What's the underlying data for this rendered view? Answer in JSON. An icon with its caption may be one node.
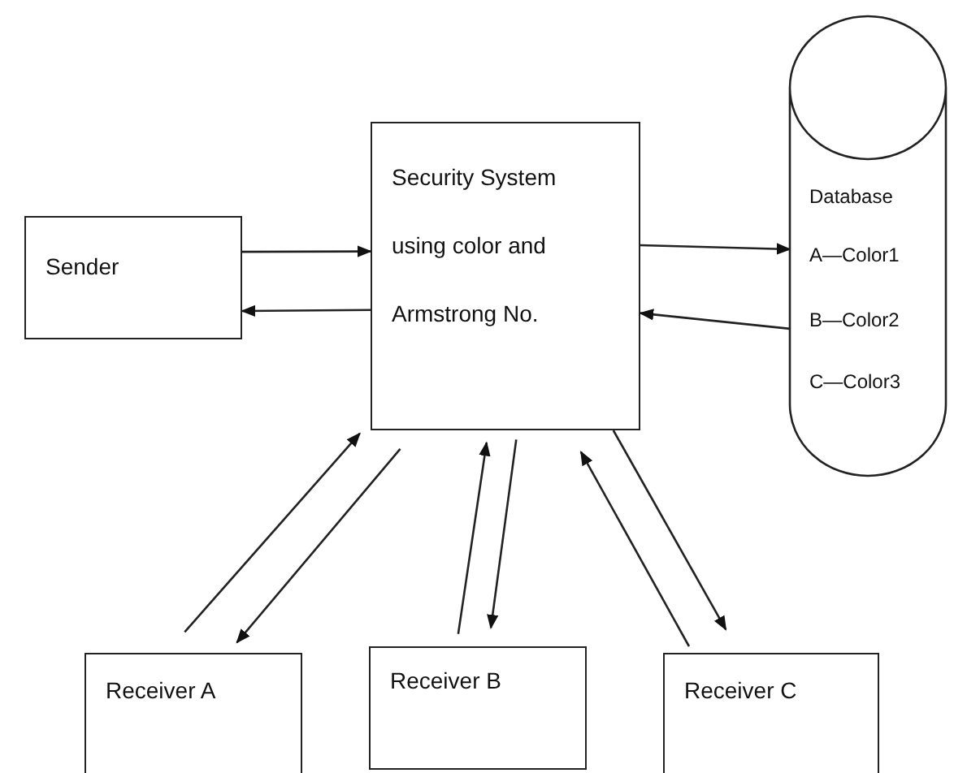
{
  "diagram": {
    "nodes": [
      {
        "text": [
          "Sender"
        ]
      },
      {
        "text": [
          "Security System using color and Armstrong No."
        ]
      },
      {
        "text": [
          "Database",
          "A—Color1",
          "B—Color2",
          "C—Color3"
        ]
      },
      {
        "text": [
          "Receiver A"
        ]
      },
      {
        "text": [
          "Receiver B"
        ]
      },
      {
        "text": [
          "Receiver C"
        ]
      }
    ],
    "edges": [
      {
        "from": 0,
        "to": 1,
        "arrow": "to"
      },
      {
        "from": 1,
        "to": 0,
        "arrow": "to"
      },
      {
        "from": 1,
        "to": 2,
        "arrow": "to"
      },
      {
        "from": 2,
        "to": 1,
        "arrow": "to"
      },
      {
        "from": 3,
        "to": 1,
        "arrow": "to"
      },
      {
        "from": 1,
        "to": 3,
        "arrow": "to"
      },
      {
        "from": 4,
        "to": 1,
        "arrow": "to"
      },
      {
        "from": 1,
        "to": 4,
        "arrow": "to"
      },
      {
        "from": 5,
        "to": 1,
        "arrow": "to"
      },
      {
        "from": 1,
        "to": 5,
        "arrow": "to"
      }
    ]
  }
}
